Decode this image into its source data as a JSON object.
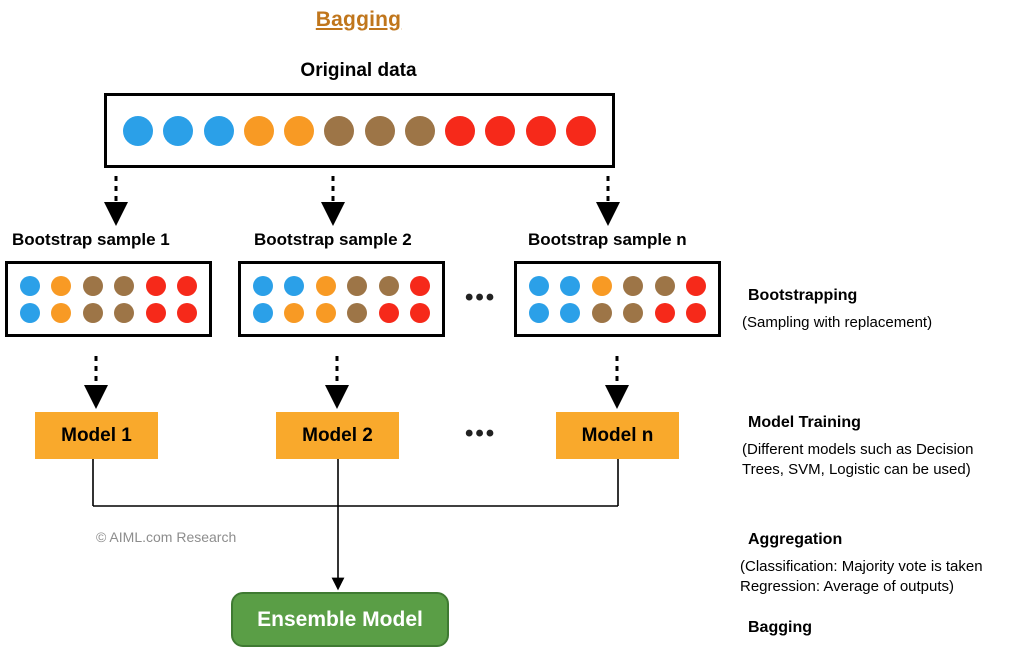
{
  "title": "Bagging",
  "original": {
    "label": "Original data",
    "dots": [
      "blue",
      "blue",
      "blue",
      "orange",
      "orange",
      "brown",
      "brown",
      "brown",
      "red",
      "red",
      "red",
      "red"
    ]
  },
  "colors": {
    "blue": "#2ba0e8",
    "orange": "#f89a24",
    "brown": "#9d7547",
    "red": "#f6291a",
    "model_box": "#f9a92c",
    "ensemble_fill": "#5a9e46",
    "ensemble_border": "#3f7a32",
    "title_accent": "#c0761c",
    "credit_gray": "#8d8d8d"
  },
  "samples": [
    {
      "label": "Bootstrap sample 1",
      "rows": [
        [
          "blue",
          "orange",
          "brown",
          "brown",
          "red",
          "red"
        ],
        [
          "blue",
          "orange",
          "brown",
          "brown",
          "red",
          "red"
        ]
      ]
    },
    {
      "label": "Bootstrap sample 2",
      "rows": [
        [
          "blue",
          "blue",
          "orange",
          "brown",
          "brown",
          "red"
        ],
        [
          "blue",
          "orange",
          "orange",
          "brown",
          "red",
          "red"
        ]
      ]
    },
    {
      "label": "Bootstrap sample n",
      "rows": [
        [
          "blue",
          "blue",
          "orange",
          "brown",
          "brown",
          "red"
        ],
        [
          "blue",
          "blue",
          "brown",
          "brown",
          "red",
          "red"
        ]
      ]
    }
  ],
  "ellipsis": "•••",
  "models": [
    {
      "label": "Model 1"
    },
    {
      "label": "Model 2"
    },
    {
      "label": "Model n"
    }
  ],
  "ensemble": {
    "label": "Ensemble Model"
  },
  "credit": "© AIML.com Research",
  "annotations": [
    {
      "heading": "Bootstrapping",
      "body": "(Sampling with replacement)"
    },
    {
      "heading": "Model Training",
      "body": "(Different models such as Decision\n Trees, SVM, Logistic can be used)"
    },
    {
      "heading": "Aggregation",
      "body": "(Classification: Majority vote is taken\n Regression: Average of outputs)"
    },
    {
      "heading": "Bagging",
      "body": ""
    }
  ]
}
